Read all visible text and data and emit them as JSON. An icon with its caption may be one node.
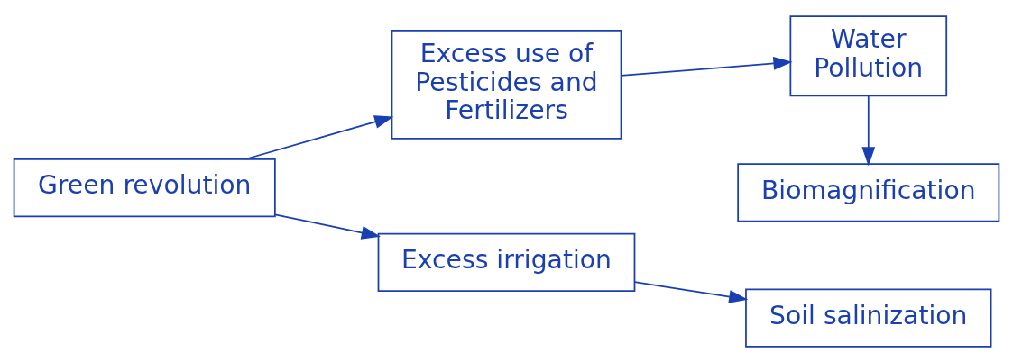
{
  "diagram": {
    "nodes": [
      {
        "text": [
          "Green revolution"
        ]
      },
      {
        "text": [
          "Excess use of Pesticides and Fertilizers"
        ]
      },
      {
        "text": [
          "Water Pollution"
        ]
      },
      {
        "text": [
          "Biomagnification"
        ]
      },
      {
        "text": [
          "Excess irrigation"
        ]
      },
      {
        "text": [
          "Soil salinization"
        ]
      }
    ],
    "edges": [
      {
        "from": 0,
        "to": 1,
        "arrow": "to"
      },
      {
        "from": 1,
        "to": 2,
        "arrow": "to"
      },
      {
        "from": 2,
        "to": 3,
        "arrow": "to"
      },
      {
        "from": 0,
        "to": 4,
        "arrow": "to"
      },
      {
        "from": 4,
        "to": 5,
        "arrow": "to"
      }
    ]
  }
}
